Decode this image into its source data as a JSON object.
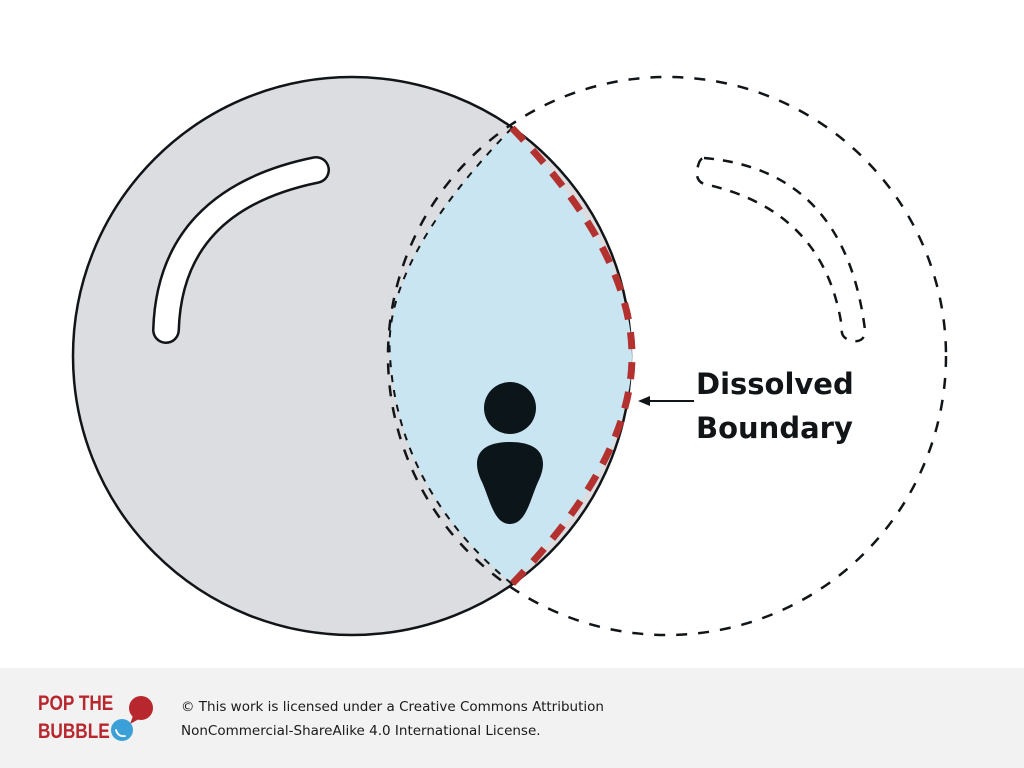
{
  "diagram": {
    "label_line1": "Dissolved",
    "label_line2": "Boundary",
    "colors": {
      "bubble_fill": "#dcdde0",
      "overlap_fill": "#c9e5f1",
      "dissolved_boundary": "#b3322f",
      "outline": "#111518",
      "person": "#0c1519"
    }
  },
  "footer": {
    "logo_line1": "POP THE",
    "logo_line2": "BUBBLE",
    "license_line1": "© This work is licensed under a Creative Commons Attribution",
    "license_line2": "NonCommercial-ShareAlike 4.0 International License.",
    "colors": {
      "background": "#f2f2f2",
      "logo_red": "#b8272d",
      "logo_blue": "#3b9fd8"
    }
  }
}
